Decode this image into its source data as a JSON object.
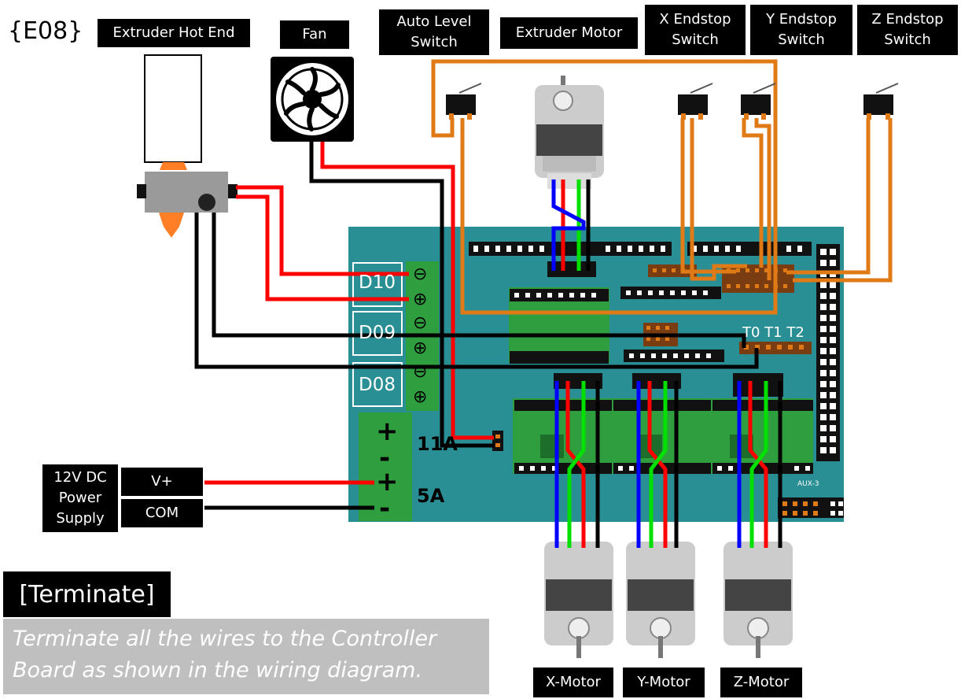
{
  "step_code": "{E08}",
  "labels": {
    "extruder_hot_end": "Extruder Hot End",
    "fan": "Fan",
    "auto_level_switch": "Auto Level Switch",
    "extruder_motor": "Extruder Motor",
    "x_endstop_switch": "X Endstop Switch",
    "y_endstop_switch": "Y Endstop Switch",
    "z_endstop_switch": "Z Endstop Switch",
    "power_supply": "12V DC Power Supply",
    "v_plus": "V+",
    "com": "COM",
    "x_motor": "X-Motor",
    "y_motor": "Y-Motor",
    "z_motor": "Z-Motor"
  },
  "board": {
    "d10": "D10",
    "d09": "D09",
    "d08": "D08",
    "fuse_11a": "11A",
    "fuse_5a": "5A",
    "thermistors": "T0 T1 T2",
    "aux3": "AUX-3",
    "plus_sign": "+",
    "minus_sign": "-",
    "plus_circle": "⊕",
    "minus_circle": "⊖"
  },
  "instruction": {
    "title": "[Terminate]",
    "text": "Terminate all the wires to the Controller Board as shown in the wiring diagram."
  },
  "colors": {
    "board": "#2a8f94",
    "terminal_green": "#2e9e3e",
    "wire_red": "#ff0000",
    "wire_black": "#000000",
    "wire_orange": "#e07a16",
    "wire_blue": "#0000ff",
    "wire_green": "#00e000",
    "hotend_block": "#9a9a9a",
    "nozzle": "#ff7f27"
  }
}
